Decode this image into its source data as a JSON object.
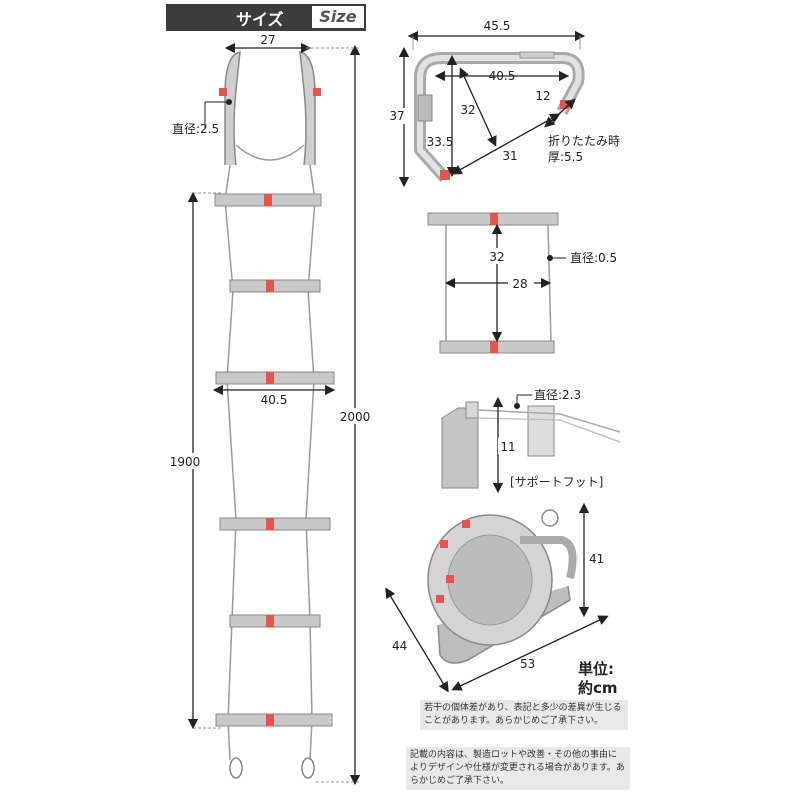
{
  "header": {
    "title_jp": "サイズ",
    "title_en": "Size"
  },
  "ladder": {
    "top_width": "27",
    "hook_diameter": "直径:2.5",
    "step_width": "40.5",
    "ladder_length": "1900",
    "total_length": "2000"
  },
  "hook_detail": {
    "width_outer": "45.5",
    "width_inner": "40.5",
    "height": "37",
    "dim_33_5": "33.5",
    "dim_32": "32",
    "dim_31": "31",
    "dim_12": "12",
    "folded_label": "折りたたみ時",
    "folded_thickness": "厚:5.5"
  },
  "step_detail": {
    "height": "32",
    "width": "28",
    "wire_diameter": "直径:0.5"
  },
  "foot_detail": {
    "diameter": "直径:2.3",
    "height": "11",
    "caption": "[サポートフット]"
  },
  "folded": {
    "height": "41",
    "depth": "44",
    "width": "53"
  },
  "unit": {
    "line1": "単位:",
    "line2": "約cm"
  },
  "notes": {
    "note1": "若干の個体差があり、表記と多少の差異が生じることがあります。あらかじめご了承下さい。",
    "note2": "記載の内容は、製造ロットや改善・その他の事由によりデザインや仕様が変更される場合があります。あらかじめご了承下さい。"
  },
  "colors": {
    "accent_red": "#e8534f",
    "metal": "#b8b8b8",
    "dark": "#3c3c3c"
  }
}
